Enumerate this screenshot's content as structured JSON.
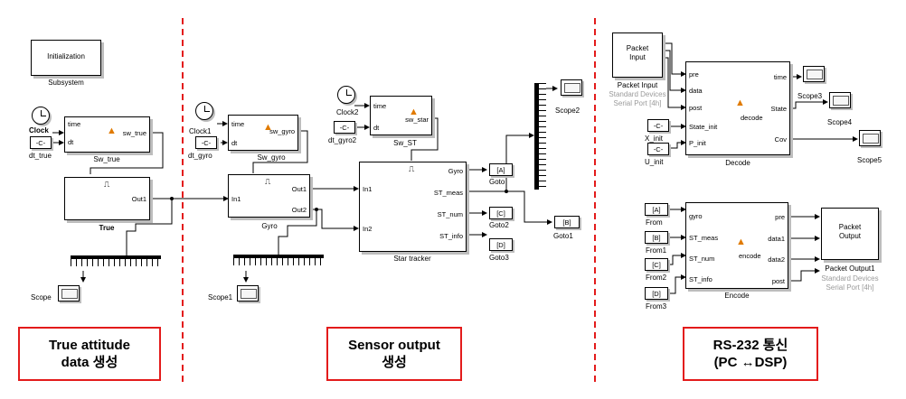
{
  "init": {
    "title": "Initialization",
    "caption": "Subsystem"
  },
  "true_section": {
    "clock_label": "Clock",
    "dt_const": "-C-",
    "dt_label": "dt_true",
    "sw_block": {
      "in1": "time",
      "in2": "dt",
      "out": "sw_true",
      "name": "Sw_true"
    },
    "true_block": {
      "out_port": "Out1",
      "name": "True"
    },
    "scope_label": "Scope"
  },
  "sensor_section": {
    "clock1_label": "Clock1",
    "dt_gyro_const": "-C-",
    "dt_gyro_label": "dt_gyro",
    "sw_gyro": {
      "in1": "time",
      "in2": "dt",
      "out": "sw_gyro",
      "name": "Sw_gyro"
    },
    "gyro_block": {
      "in": "In1",
      "out1": "Out1",
      "out2": "Out2",
      "name": "Gyro"
    },
    "scope1_label": "Scope1",
    "clock2_label": "Clock2",
    "dt_gyro2_const": "-C-",
    "dt_gyro2_label": "dt_gyro2",
    "sw_st": {
      "in1": "time",
      "in2": "dt",
      "out": "sw_star",
      "name": "Sw_ST"
    },
    "star_block": {
      "in1": "In1",
      "in2": "In2",
      "out1": "Gyro",
      "out2": "ST_meas",
      "out3": "ST_num",
      "out4": "ST_info",
      "name": "Star tracker"
    },
    "gotos": [
      {
        "tag": "[A]",
        "label": "Goto"
      },
      {
        "tag": "[C]",
        "label": "Goto2"
      },
      {
        "tag": "[D]",
        "label": "Goto3"
      },
      {
        "tag": "[B]",
        "label": "Goto1"
      }
    ],
    "scope2_label": "Scope2"
  },
  "rs_section": {
    "packet_input": {
      "title": "Packet\nInput",
      "name": "Packet Input",
      "sub1": "Standard Devices",
      "sub2": "Serial Port [4h]"
    },
    "x_init": {
      "const": "-C-",
      "label": "X_init"
    },
    "u_init": {
      "const": "-C-",
      "label": "U_init"
    },
    "decode": {
      "in1": "pre",
      "in2": "data",
      "in3": "post",
      "in4": "State_init",
      "in5": "P_init",
      "out1": "time",
      "out2": "State",
      "out3": "Cov",
      "fn": "decode",
      "name": "Decode"
    },
    "scopes": [
      "Scope3",
      "Scope4",
      "Scope5"
    ],
    "froms": [
      {
        "tag": "[A]",
        "label": "From"
      },
      {
        "tag": "[B]",
        "label": "From1"
      },
      {
        "tag": "[C]",
        "label": "From2"
      },
      {
        "tag": "[D]",
        "label": "From3"
      }
    ],
    "encode": {
      "in1": "gyro",
      "in2": "ST_meas",
      "in3": "ST_num",
      "in4": "ST_info",
      "out1": "pre",
      "out2": "data1",
      "out3": "data2",
      "out4": "post",
      "fn": "encode",
      "name": "Encode"
    },
    "packet_output": {
      "title": "Packet\nOutput",
      "name": "Packet Output1",
      "sub1": "Standard Devices",
      "sub2": "Serial Port [4h]"
    }
  },
  "captions": {
    "true": "True attitude\ndata 생성",
    "sensor": "Sensor output\n생성",
    "rs": "RS-232 통신\n(PC ↔DSP)"
  },
  "colors": {
    "divider": "#e31b1b",
    "caption_border": "#e31b1b",
    "matlab_icon": "#e07a00"
  }
}
